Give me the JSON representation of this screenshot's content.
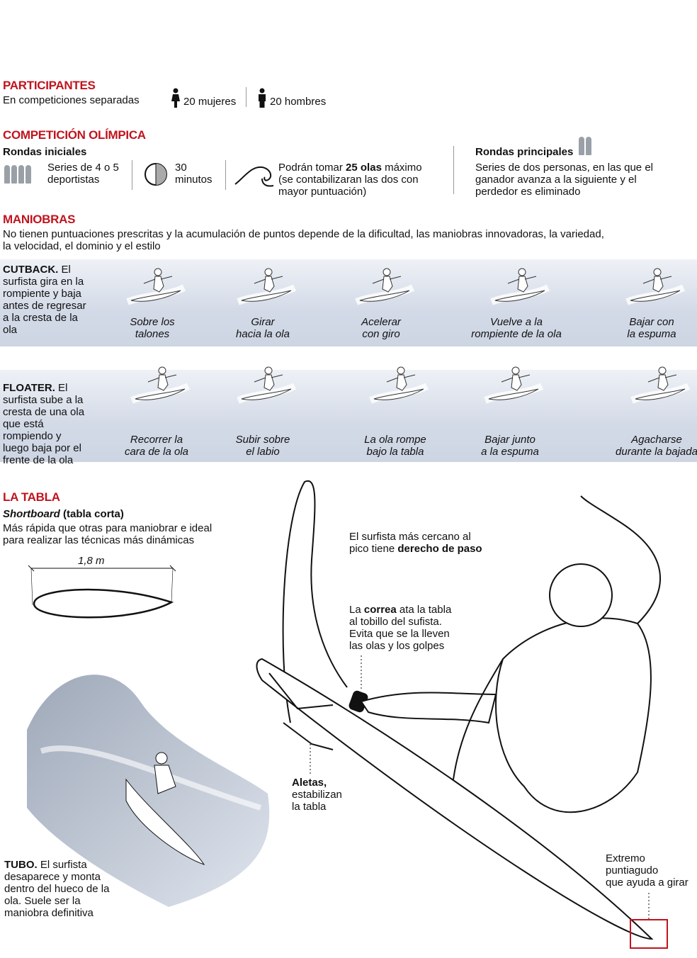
{
  "participantes": {
    "title": "PARTICIPANTES",
    "subtitle": "En competiciones separadas",
    "women": "20 mujeres",
    "men": "20 hombres"
  },
  "competicion": {
    "title": "COMPETICIÓN OLÍMPICA",
    "rondas_iniciales": "Rondas iniciales",
    "series_1": "Series de 4 o 5",
    "series_2": "deportistas",
    "time_1": "30",
    "time_2": "minutos",
    "olas_1a": "Podrán tomar ",
    "olas_1b": "25 olas",
    "olas_1c": " máximo",
    "olas_2": "(se contabilizaran las dos con",
    "olas_3": "mayor puntuación)",
    "rondas_principales": "Rondas principales",
    "principales_1": "Series de dos personas, en las que el",
    "principales_2": "ganador avanza a la siguiente y el",
    "principales_3": "perdedor es eliminado"
  },
  "maniobras": {
    "title": "MANIOBRAS",
    "desc_1": "No tienen puntuaciones prescritas y la acumulación de puntos depende de la dificultad, las maniobras innovadoras, la variedad,",
    "desc_2": "la velocidad, el dominio y el estilo",
    "cutback": {
      "name": "CUTBACK.",
      "text": " El surfista gira en la rompiente y baja antes de regresar a la cresta de la ola",
      "steps": [
        [
          "Sobre los",
          "talones"
        ],
        [
          "Girar",
          "hacia la ola"
        ],
        [
          "Acelerar",
          "con giro"
        ],
        [
          "Vuelve a la",
          "rompiente de la ola"
        ],
        [
          "Bajar con",
          "la espuma"
        ]
      ]
    },
    "floater": {
      "name": "FLOATER.",
      "text": " El surfista sube a la cresta de una ola que está rompiendo y luego baja por el frente de la ola",
      "steps": [
        [
          "Recorrer la",
          "cara de la ola"
        ],
        [
          "Subir sobre",
          "el labio"
        ],
        [
          "La ola rompe",
          "bajo la tabla"
        ],
        [
          "Bajar junto",
          "a la espuma"
        ],
        [
          "Agacharse",
          "durante la bajada"
        ]
      ]
    }
  },
  "tabla": {
    "title": "LA TABLA",
    "subtitle_em": "Shortboard",
    "subtitle_rest": " (tabla corta)",
    "desc_1": "Más rápida que otras para maniobrar e ideal",
    "desc_2": "para realizar las técnicas más dinámicas",
    "length": "1,8 m",
    "tubo_name": "TUBO.",
    "tubo_text": " El surfista desaparece y monta dentro del hueco de la ola. Suele ser la maniobra definitiva",
    "paso_1": "El surfista más cercano al",
    "paso_2a": "pico tiene ",
    "paso_2b": "derecho de paso",
    "correa_1a": "La ",
    "correa_1b": "correa",
    "correa_1c": " ata la tabla",
    "correa_2": "al tobillo del sufista.",
    "correa_3": "Evita que se la lleven",
    "correa_4": "las olas y los golpes",
    "aletas_1": "Aletas,",
    "aletas_2": "estabilizan",
    "aletas_3": "la tabla",
    "extremo_1": "Extremo",
    "extremo_2": "puntiagudo",
    "extremo_3": "que ayuda a girar"
  },
  "colors": {
    "accent": "#c0141e",
    "band": "#d3dae7"
  }
}
